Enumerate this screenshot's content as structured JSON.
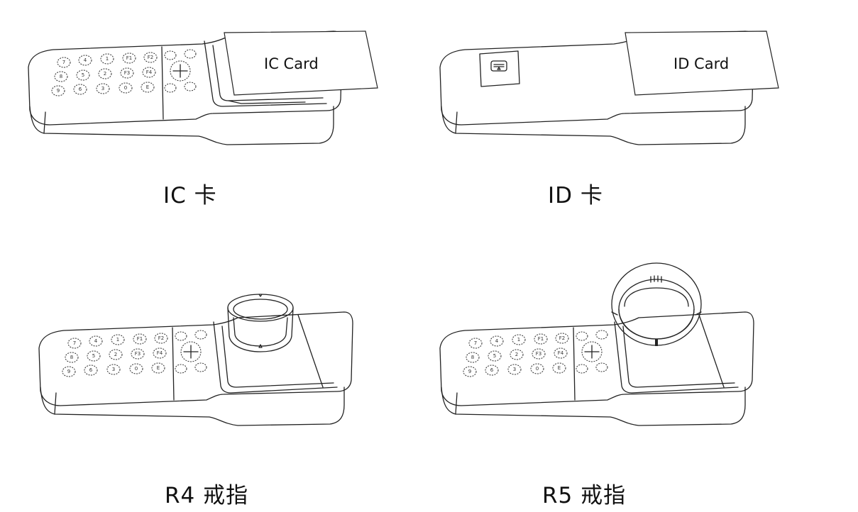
{
  "panels": [
    {
      "caption": "IC 卡",
      "card_label": "IC Card",
      "reader_object": "card"
    },
    {
      "caption": "ID 卡",
      "card_label": "ID Card",
      "reader_object": "card"
    },
    {
      "caption": "R4 戒指",
      "reader_object": "ring"
    },
    {
      "caption": "R5 戒指",
      "reader_object": "ring"
    }
  ],
  "colors": {
    "line": "#222222",
    "background": "#ffffff"
  }
}
